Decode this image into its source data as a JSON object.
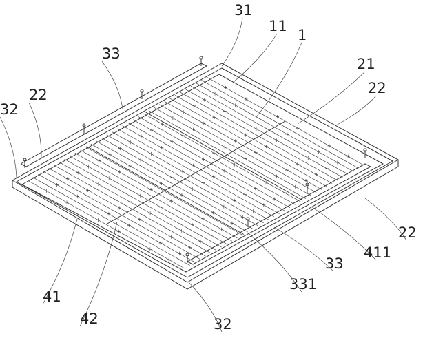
{
  "figure": {
    "labels": [
      "31",
      "11",
      "1",
      "21",
      "22",
      "33",
      "22",
      "32",
      "22",
      "411",
      "33",
      "331",
      "41",
      "42",
      "32"
    ]
  }
}
